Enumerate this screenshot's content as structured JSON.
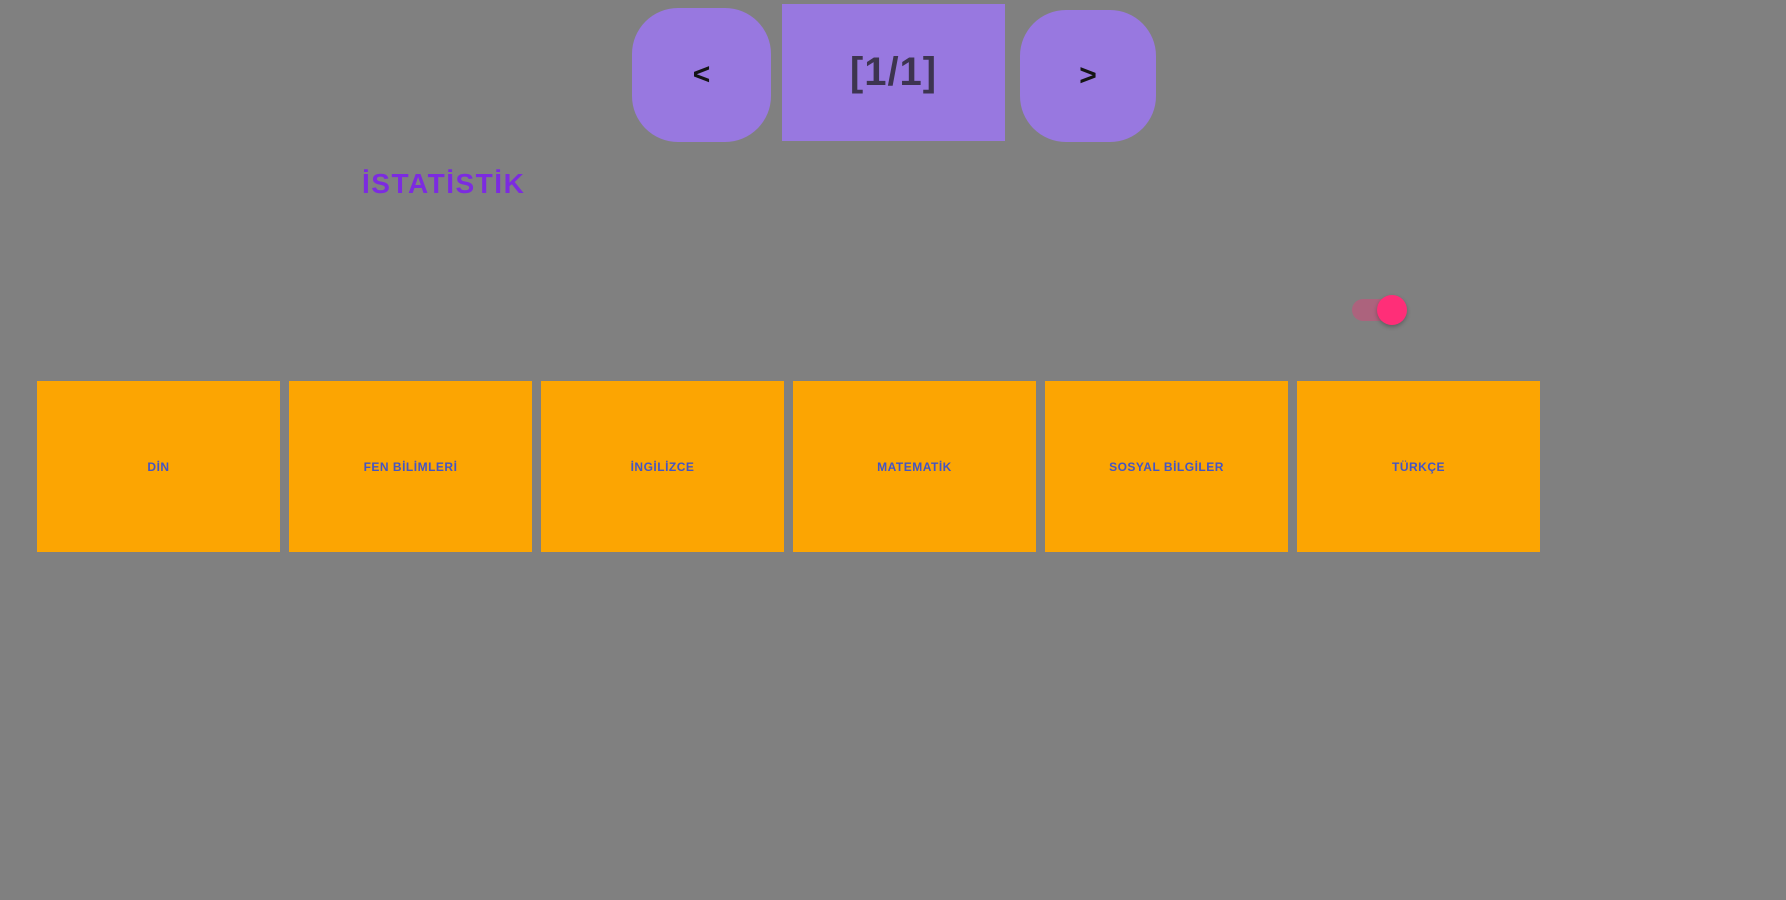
{
  "stage": {
    "background_color": "#808080"
  },
  "pagination": {
    "prev_label": "<",
    "page_indicator": "[1/1]",
    "next_label": ">",
    "button_color": "#9878e0",
    "indicator_text_color": "#3d3450"
  },
  "title": {
    "text": "İSTATİSTİK",
    "color": "#7c2be0"
  },
  "toggle": {
    "state": "on",
    "knob_color": "#ff2e78",
    "track_color": "rgba(255,45,120,0.35)"
  },
  "subjects": {
    "button_color": "#fca502",
    "label_color": "#4455c4",
    "items": [
      {
        "label": "DİN"
      },
      {
        "label": "FEN BİLİMLERİ"
      },
      {
        "label": "İNGİLİZCE"
      },
      {
        "label": "MATEMATİK"
      },
      {
        "label": "SOSYAL BİLGİLER"
      },
      {
        "label": "TÜRKÇE"
      }
    ]
  }
}
